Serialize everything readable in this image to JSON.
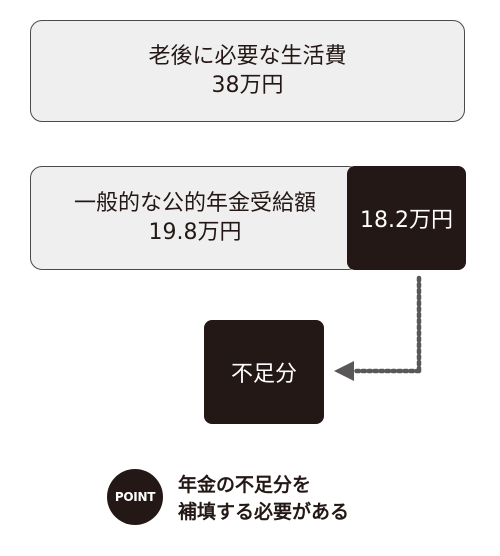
{
  "living_cost": {
    "label": "老後に必要な生活費",
    "amount": "38万円"
  },
  "pension": {
    "label": "一般的な公的年金受給額",
    "amount": "19.8万円"
  },
  "gap": {
    "amount": "18.2万円"
  },
  "shortfall": {
    "label": "不足分"
  },
  "point": {
    "badge": "POINT",
    "line1": "年金の不足分を",
    "line2": "補填する必要がある"
  },
  "colors": {
    "dark_box": "#231815",
    "light_box": "#efefef",
    "connector": "#595757"
  },
  "icons": {
    "connector": "dotted-arrow-left-icon"
  }
}
